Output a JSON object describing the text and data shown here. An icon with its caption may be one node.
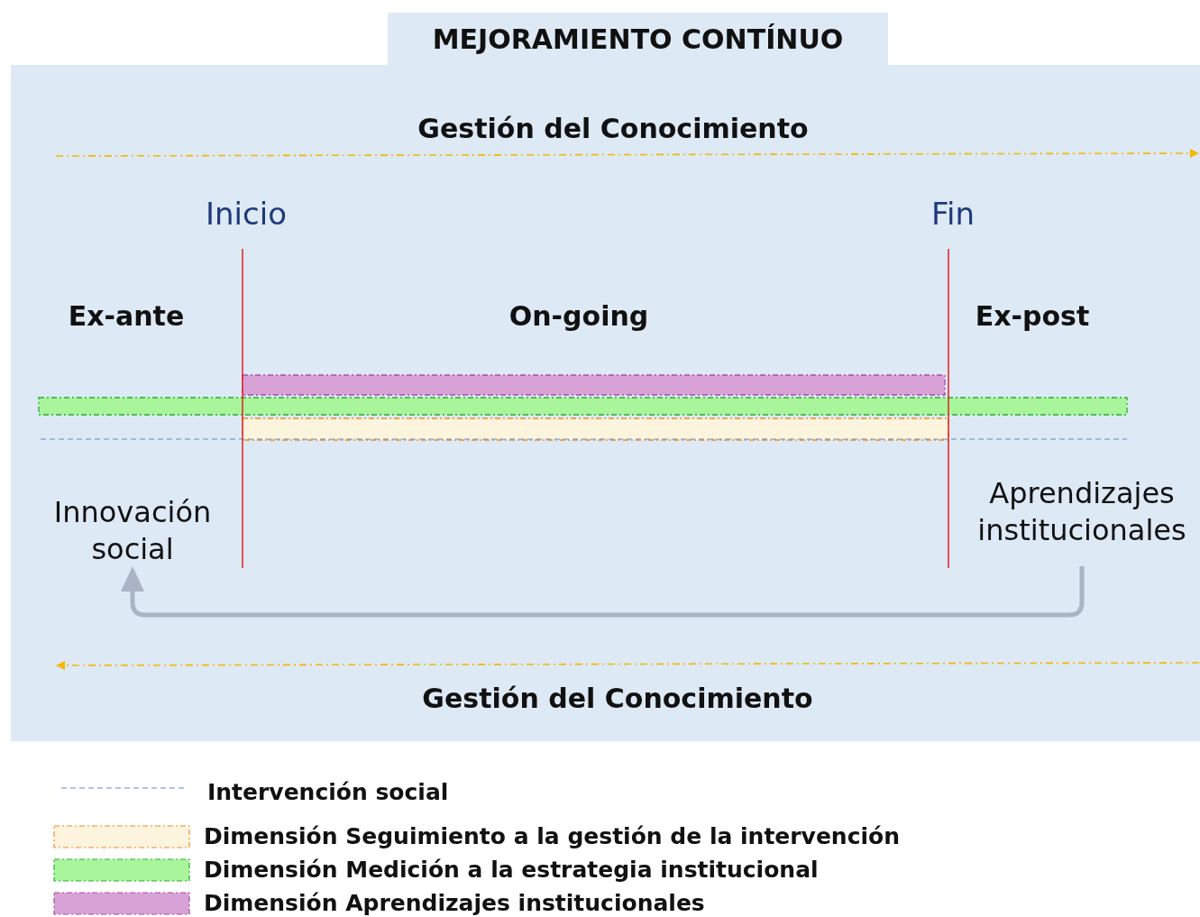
{
  "diagram": {
    "title": "MEJORAMIENTO CONTÍNUO",
    "nodes": [
      {
        "text": [
          "Innovación social"
        ]
      },
      {
        "text": [
          "Aprendizajes institucionales"
        ]
      }
    ],
    "edges": [
      {
        "from": 1,
        "to": 0,
        "arrow": "to"
      }
    ],
    "labels": [
      "Gestión del Conocimiento",
      "Inicio",
      "Fin",
      "Ex-ante",
      "On-going",
      "Ex-post",
      "Gestión del Conocimiento"
    ],
    "legend": [
      {
        "text": "Intervención social"
      },
      {
        "text": "Dimensión Seguimiento a la gestión de la intervención",
        "color": "#fdf4de"
      },
      {
        "text": "Dimensión Medición a la estrategia institucional",
        "color": "#a8f59c"
      },
      {
        "text": "Dimensión Aprendizajes institucionales",
        "color": "#d9a2d6"
      }
    ]
  }
}
